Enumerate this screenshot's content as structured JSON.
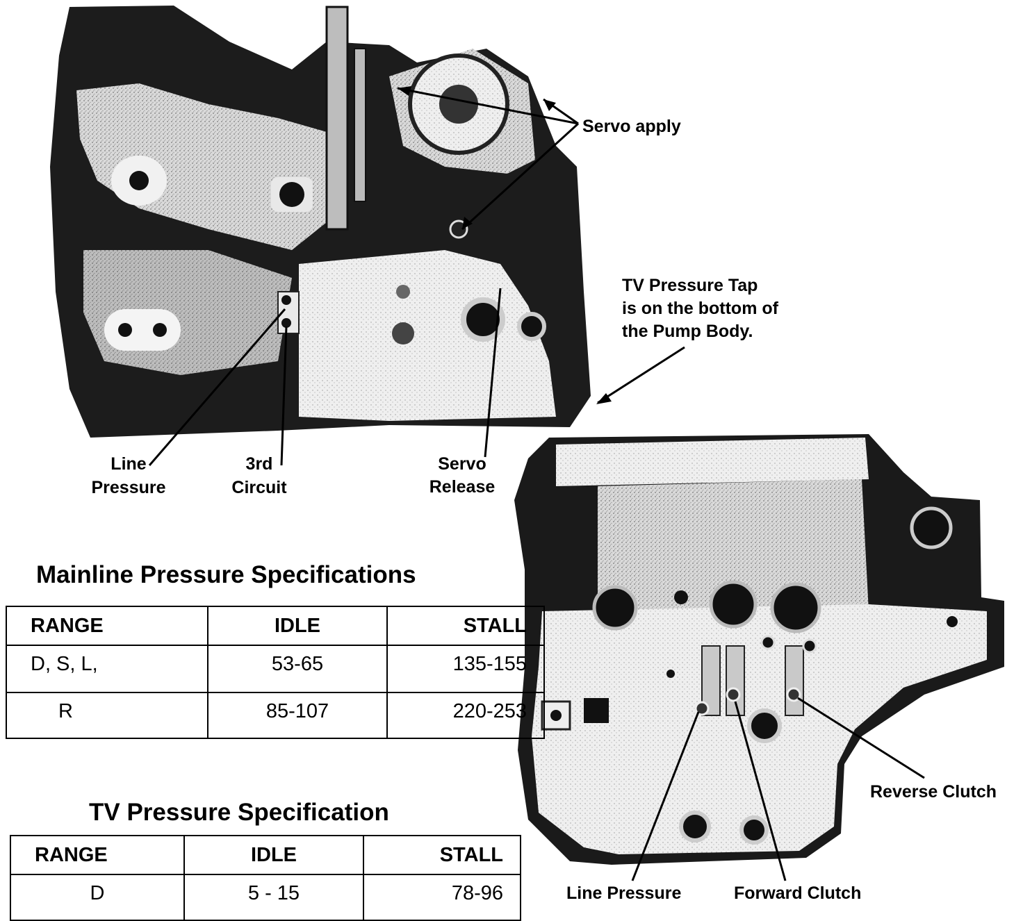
{
  "callouts": {
    "servo_apply": "Servo apply",
    "tv_tap_line1": "TV Pressure Tap",
    "tv_tap_line2": "is on the bottom of",
    "tv_tap_line3": "the Pump Body.",
    "line_pressure_top_1": "Line",
    "line_pressure_top_2": "Pressure",
    "third_circuit_1": "3rd",
    "third_circuit_2": "Circuit",
    "servo_release_1": "Servo",
    "servo_release_2": "Release",
    "reverse_clutch": "Reverse Clutch",
    "line_pressure_bottom": "Line Pressure",
    "forward_clutch": "Forward Clutch"
  },
  "mainline_table": {
    "title": "Mainline Pressure Specifications",
    "headers": [
      "RANGE",
      "IDLE",
      "STALL"
    ],
    "rows": [
      [
        "D, S, L,",
        "53-65",
        "135-155"
      ],
      [
        "R",
        "85-107",
        "220-253"
      ]
    ]
  },
  "tv_table": {
    "title": "TV Pressure Specification",
    "headers": [
      "RANGE",
      "IDLE",
      "STALL"
    ],
    "rows": [
      [
        "D",
        "5 - 15",
        "78-96"
      ]
    ]
  }
}
